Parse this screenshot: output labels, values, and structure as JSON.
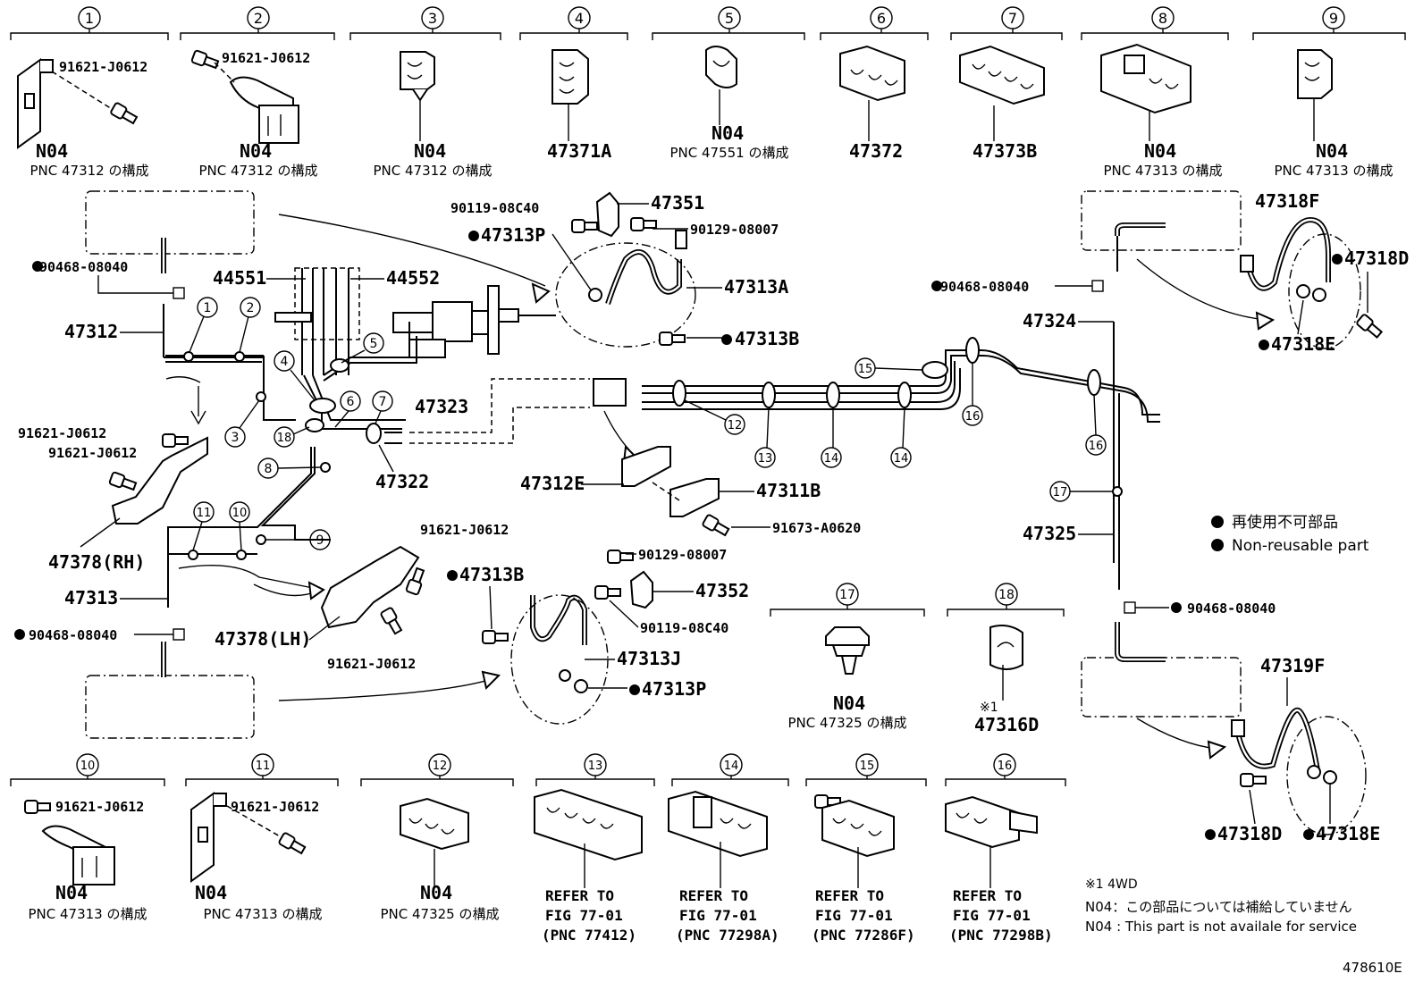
{
  "top_items": [
    {
      "num": "1",
      "code": "N04",
      "pnc": "PNC 47312 の構成",
      "sub": "91621-J0612"
    },
    {
      "num": "2",
      "code": "N04",
      "pnc": "PNC 47312 の構成",
      "sub": "91621-J0612"
    },
    {
      "num": "3",
      "code": "N04",
      "pnc": "PNC 47312 の構成",
      "sub": ""
    },
    {
      "num": "4",
      "code": "47371A",
      "pnc": "",
      "sub": ""
    },
    {
      "num": "5",
      "code": "N04",
      "pnc": "PNC 47551 の構成",
      "sub": ""
    },
    {
      "num": "6",
      "code": "47372",
      "pnc": "",
      "sub": ""
    },
    {
      "num": "7",
      "code": "47373B",
      "pnc": "",
      "sub": ""
    },
    {
      "num": "8",
      "code": "N04",
      "pnc": "PNC 47313 の構成",
      "sub": ""
    },
    {
      "num": "9",
      "code": "N04",
      "pnc": "PNC 47313 の構成",
      "sub": ""
    }
  ],
  "bottom_items": [
    {
      "num": "10",
      "code": "N04",
      "pnc": "PNC 47313 の構成",
      "sub": "91621-J0612"
    },
    {
      "num": "11",
      "code": "N04",
      "pnc": "PNC 47313 の構成",
      "sub": "91621-J0612"
    },
    {
      "num": "12",
      "code": "N04",
      "pnc": "PNC 47325 の構成",
      "sub": ""
    },
    {
      "num": "13",
      "refer": [
        "REFER TO",
        "FIG 77-01",
        "(PNC 77412)"
      ]
    },
    {
      "num": "14",
      "refer": [
        "REFER TO",
        "FIG 77-01",
        "(PNC 77298A)"
      ]
    },
    {
      "num": "15",
      "refer": [
        "REFER TO",
        "FIG 77-01",
        "(PNC 77286F)"
      ]
    },
    {
      "num": "16",
      "refer": [
        "REFER TO",
        "FIG 77-01",
        "(PNC 77298B)"
      ]
    }
  ],
  "mid_items": [
    {
      "num": "17",
      "code": "N04",
      "pnc": "PNC 47325 の構成"
    },
    {
      "num": "18",
      "code": "47316D",
      "note": "※1"
    }
  ],
  "labels": {
    "p47312": "47312",
    "p47313": "47313",
    "p90468a": "90468-08040",
    "p90468b": "90468-08040",
    "p90468c": "90468-08040",
    "p90468d": "90468-08040",
    "p91621a": "91621-J0612",
    "p91621b": "91621-J0612",
    "p91621c": "91621-J0612",
    "p91621d": "91621-J0612",
    "p47378rh": "47378(RH)",
    "p47378lh": "47378(LH)",
    "p44551": "44551",
    "p44552": "44552",
    "p47323": "47323",
    "p47322": "47322",
    "p90119a": "90119-08C40",
    "p90119b": "90119-08C40",
    "p47351": "47351",
    "p90129a": "90129-08007",
    "p90129b": "90129-08007",
    "p47313p_a": "47313P",
    "p47313p_b": "47313P",
    "p47313a": "47313A",
    "p47313b_a": "47313B",
    "p47313b_b": "47313B",
    "p47313j": "47313J",
    "p47352": "47352",
    "p47312e": "47312E",
    "p47311b": "47311B",
    "p91673": "91673-A0620",
    "p47324": "47324",
    "p47325": "47325",
    "p47318f": "47318F",
    "p47318d_a": "47318D",
    "p47318e_a": "47318E",
    "p47319f": "47319F",
    "p47318d_b": "47318D",
    "p47318e_b": "47318E"
  },
  "legend": {
    "jp": "再使用不可部品",
    "en": "Non-reusable part",
    "note1": "※1 4WD",
    "n04_jp": "N04：この部品については補給していません",
    "n04_en": "N04 : This part is not availale for service"
  },
  "figure_id": "478610E",
  "colors": {
    "line": "#000000",
    "background": "#ffffff"
  }
}
